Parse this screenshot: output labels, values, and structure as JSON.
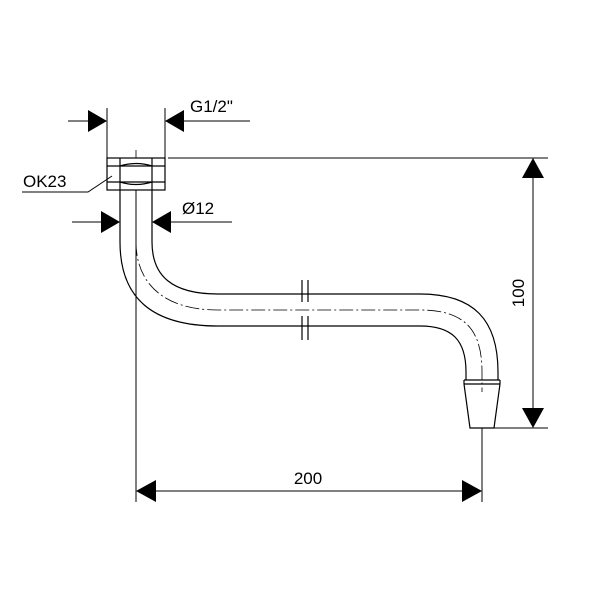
{
  "drawing": {
    "thread_label": "G1/2\"",
    "nut_label": "OK23",
    "diameter_label": "Ø12",
    "width_label": "200",
    "height_label": "100"
  },
  "colors": {
    "line": "#000000",
    "background": "#ffffff"
  }
}
